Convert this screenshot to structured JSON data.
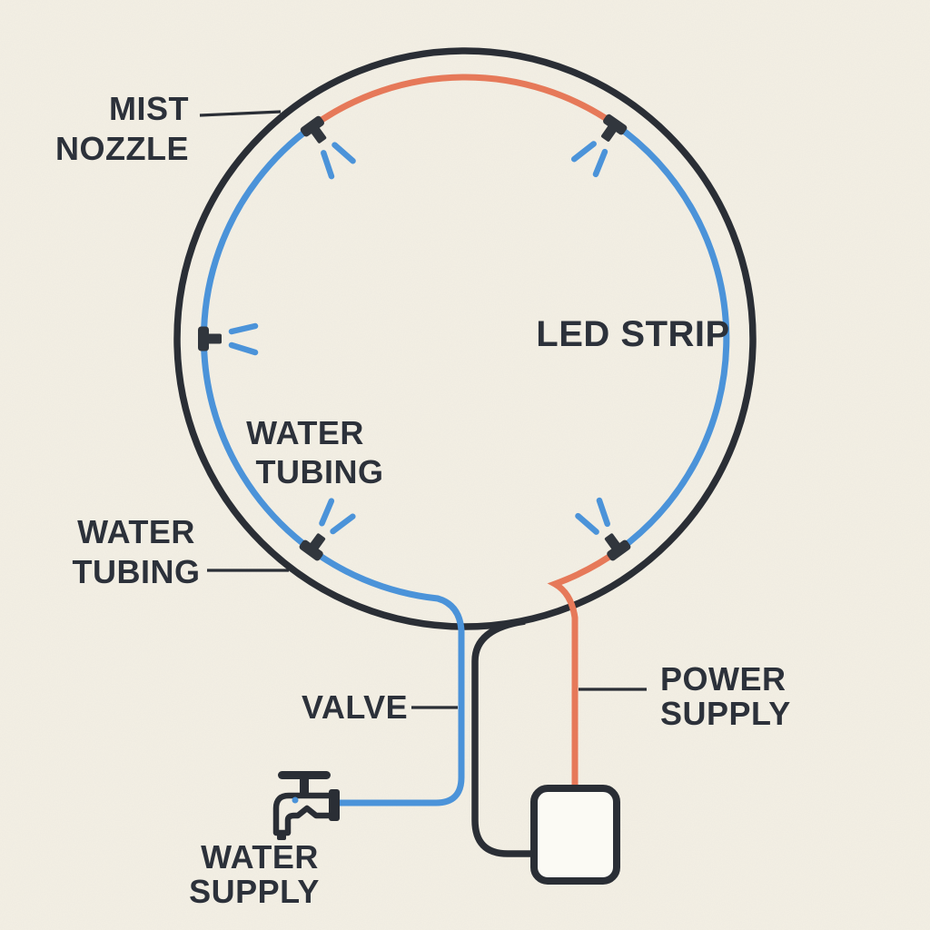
{
  "colors": {
    "background": "#f4f0e5",
    "line_dark": "#2a2e35",
    "nozzle_dark": "#31363d",
    "water_blue": "#4b93d9",
    "led_orange": "#e67959",
    "text": "#2c313a",
    "box_fill": "#fbfaf4"
  },
  "labels": {
    "mist_nozzle": {
      "line1": "MIST",
      "line2": "NOZZLE"
    },
    "led_strip": {
      "text": "LED STRIP"
    },
    "water_tubing_inner": {
      "line1": "WATER",
      "line2": "TUBING"
    },
    "water_tubing_left": {
      "line1": "WATER",
      "line2": "TUBING"
    },
    "valve": {
      "text": "VALVE"
    },
    "power_supply": {
      "line1": "POWER",
      "line2": "SUPPLY"
    },
    "water_supply": {
      "line1": "WATER",
      "line2": "SUPPLY"
    }
  },
  "components": {
    "mist_nozzles": {
      "count": 5,
      "angles_deg": [
        125.7,
        55,
        180,
        234,
        306
      ]
    },
    "icons": [
      "mist-nozzle-icon",
      "water-faucet-icon",
      "power-supply-box"
    ]
  }
}
